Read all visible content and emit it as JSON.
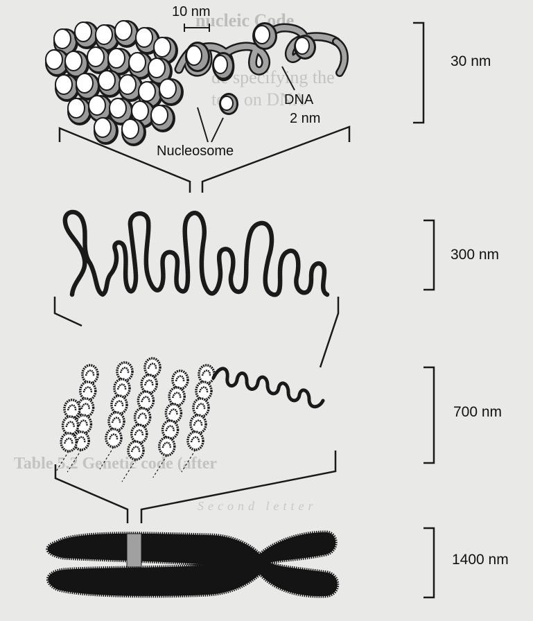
{
  "diagram": {
    "labels": {
      "scale_10nm": "10 nm",
      "dna": "DNA",
      "dna_width": "2 nm",
      "nucleosome": "Nucleosome"
    },
    "levels": [
      {
        "size_label": "30 nm"
      },
      {
        "size_label": "300 nm"
      },
      {
        "size_label": "700 nm"
      },
      {
        "size_label": "1400 nm"
      }
    ],
    "colors": {
      "background": "#e9e9e7",
      "ink": "#1a1a1a",
      "histone": "#ffffff",
      "dna_strand": "#9a9a9a",
      "chromosome": "#141414",
      "centromere_band": "#a0a0a0"
    },
    "background_text": {
      "line1": "nucleic Code",
      "line2": "de specifying the",
      "line3": "tern on DNA",
      "line4": "Table 5.2 Genetic code (after",
      "line5": "Second letter"
    }
  }
}
